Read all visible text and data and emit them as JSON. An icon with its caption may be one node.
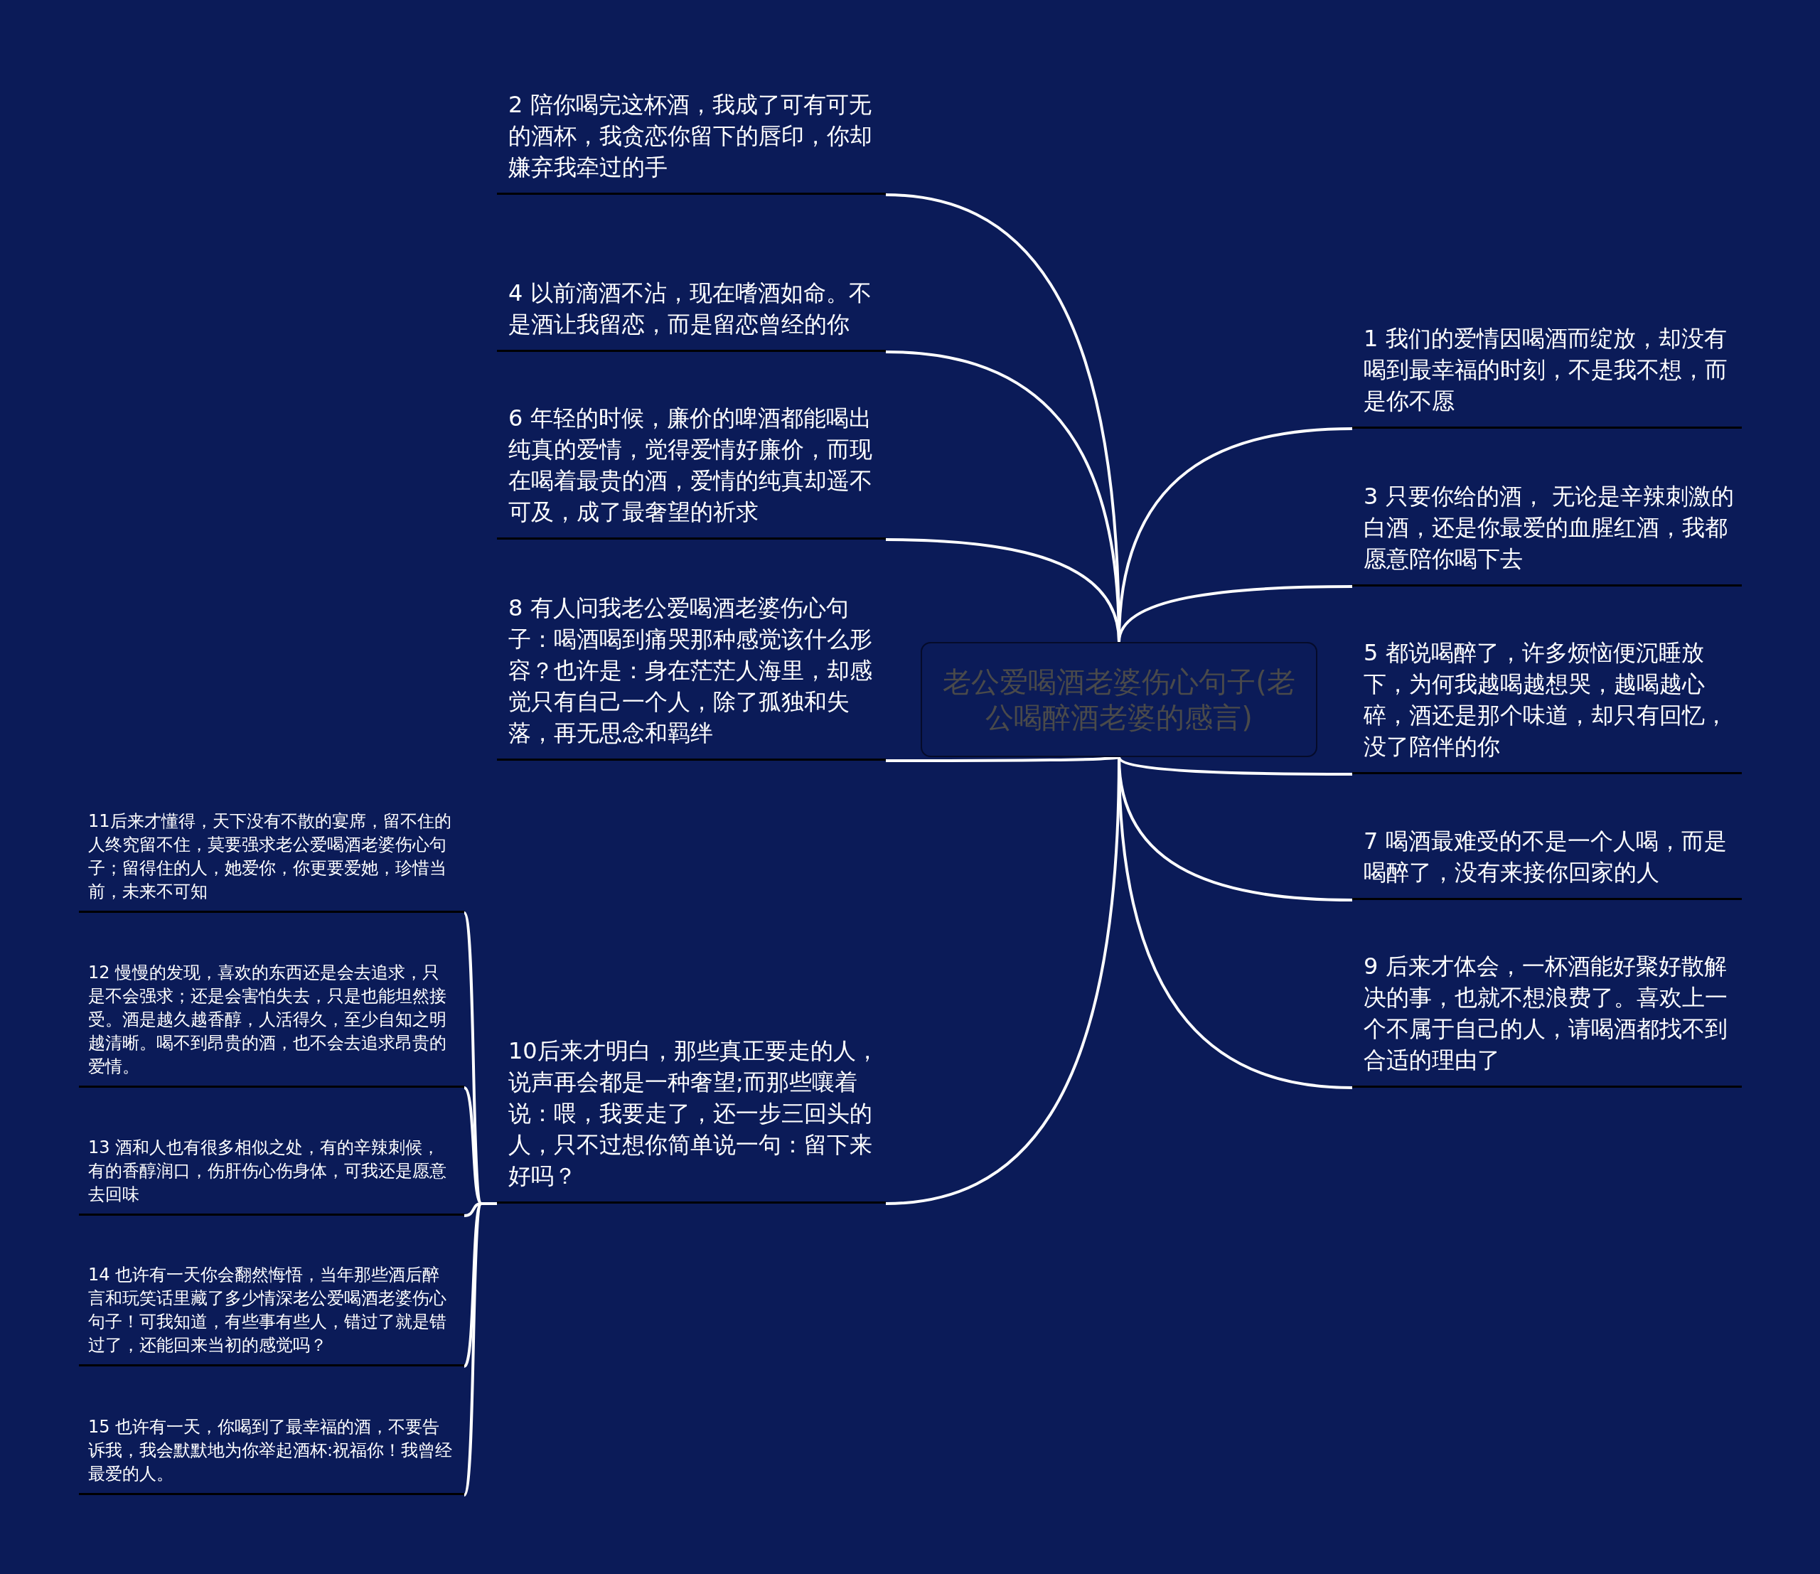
{
  "diagram": {
    "nodes": [
      {
        "text": [
          "老公爱喝酒老婆伤心句子(老公喝醉酒老婆的感言)"
        ]
      },
      {
        "text": [
          "1 我们的爱情因喝酒而绽放，却没有喝到最幸福的时刻，不是我不想，而是你不愿"
        ]
      },
      {
        "text": [
          "2 陪你喝完这杯酒，我成了可有可无的酒杯，我贪恋你留下的唇印，你却嫌弃我牵过的手"
        ]
      },
      {
        "text": [
          "3 只要你给的酒， 无论是辛辣刺激的白酒，还是你最爱的血腥红酒，我都愿意陪你喝下去"
        ]
      },
      {
        "text": [
          "4 以前滴酒不沾，现在嗜酒如命。不是酒让我留恋，而是留恋曾经的你"
        ]
      },
      {
        "text": [
          "5 都说喝醉了，许多烦恼便沉睡放下，为何我越喝越想哭，越喝越心碎，酒还是那个味道，却只有回忆，没了陪伴的你"
        ]
      },
      {
        "text": [
          "6 年轻的时候，廉价的啤酒都能喝出纯真的爱情，觉得爱情好廉价，而现在喝着最贵的酒，爱情的纯真却遥不可及，成了最奢望的祈求"
        ]
      },
      {
        "text": [
          "7 喝酒最难受的不是一个人喝，而是喝醉了，没有来接你回家的人"
        ]
      },
      {
        "text": [
          "8 有人问我老公爱喝酒老婆伤心句子：喝酒喝到痛哭那种感觉该什么形容？也许是：身在茫茫人海里，却感觉只有自己一个人，除了孤独和失落，再无思念和羁绊"
        ]
      },
      {
        "text": [
          "9 后来才体会，一杯酒能好聚好散解决的事，也就不想浪费了。喜欢上一个不属于自己的人，请喝酒都找不到合适的理由了"
        ]
      },
      {
        "text": [
          "10后来才明白，那些真正要走的人，说声再会都是一种奢望;而那些嚷着说：喂，我要走了，还一步三回头的人，只不过想你简单说一句：留下来好吗？"
        ]
      },
      {
        "text": [
          "11后来才懂得，天下没有不散的宴席，留不住的人终究留不住，莫要强求老公爱喝酒老婆伤心句子；留得住的人，她爱你，你更要爱她，珍惜当前，未来不可知"
        ]
      },
      {
        "text": [
          "12 慢慢的发现，喜欢的东西还是会去追求，只是不会强求；还是会害怕失去，只是也能坦然接受。酒是越久越香醇，人活得久，至少自知之明越清晰。喝不到昂贵的酒，也不会去追求昂贵的爱情。"
        ]
      },
      {
        "text": [
          "13 酒和人也有很多相似之处，有的辛辣刺候，有的香醇润口，伤肝伤心伤身体，可我还是愿意去回味"
        ]
      },
      {
        "text": [
          "14 也许有一天你会翻然悔悟，当年那些酒后醉言和玩笑话里藏了多少情深老公爱喝酒老婆伤心句子！可我知道，有些事有些人，错过了就是错过了，还能回来当初的感觉吗？"
        ]
      },
      {
        "text": [
          "15 也许有一天，你喝到了最幸福的酒，不要告诉我，我会默默地为你举起酒杯:祝福你！我曾经最爱的人。"
        ]
      }
    ],
    "edges": [
      {
        "from": 0,
        "to": 1,
        "arrow": "none"
      },
      {
        "from": 0,
        "to": 2,
        "arrow": "none"
      },
      {
        "from": 0,
        "to": 3,
        "arrow": "none"
      },
      {
        "from": 0,
        "to": 4,
        "arrow": "none"
      },
      {
        "from": 0,
        "to": 5,
        "arrow": "none"
      },
      {
        "from": 0,
        "to": 6,
        "arrow": "none"
      },
      {
        "from": 0,
        "to": 7,
        "arrow": "none"
      },
      {
        "from": 0,
        "to": 8,
        "arrow": "none"
      },
      {
        "from": 0,
        "to": 9,
        "arrow": "none"
      },
      {
        "from": 0,
        "to": 10,
        "arrow": "none"
      },
      {
        "from": 10,
        "to": 11,
        "arrow": "none"
      },
      {
        "from": 10,
        "to": 12,
        "arrow": "none"
      },
      {
        "from": 10,
        "to": 13,
        "arrow": "none"
      },
      {
        "from": 10,
        "to": 14,
        "arrow": "none"
      },
      {
        "from": 10,
        "to": 15,
        "arrow": "none"
      }
    ]
  }
}
